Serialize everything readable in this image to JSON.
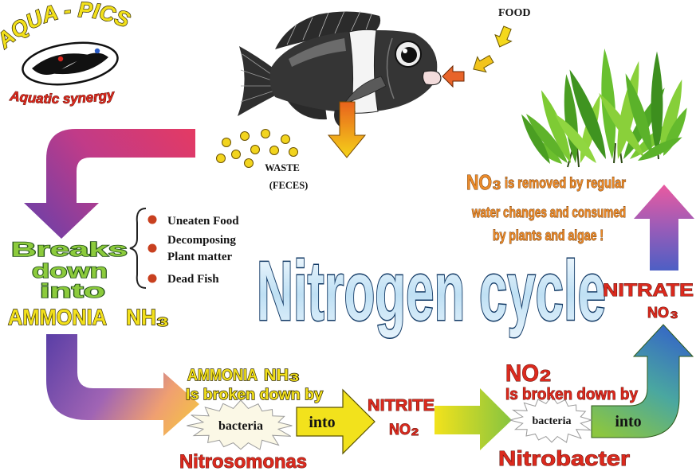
{
  "logo": {
    "title": "AQUA - PICS",
    "tagline": "Aquatic synergy"
  },
  "food_label": "FOOD",
  "waste": {
    "line1": "WASTE",
    "line2": "(FECES)"
  },
  "sources": [
    {
      "lines": [
        "Uneaten Food"
      ]
    },
    {
      "lines": [
        "Decomposing",
        "Plant matter"
      ]
    },
    {
      "lines": [
        "Dead Fish"
      ]
    }
  ],
  "breakdown": {
    "line1": "Breaks",
    "line2": "down",
    "line3": "into"
  },
  "ammonia": {
    "name": "AMMONIA",
    "formula": "NH",
    "subscript": "3"
  },
  "title": "Nitrogen cycle",
  "nitrate_note": {
    "formula": "NO",
    "subscript": "3",
    "line1": "is removed by regular",
    "line2": "water changes and consumed",
    "line3": "by plants and algae !"
  },
  "nitrate": {
    "name": "NITRATE",
    "formula": "NO",
    "subscript": "3"
  },
  "step1": {
    "heading_name": "AMMONIA",
    "heading_formula": "NH",
    "heading_subscript": "3",
    "heading_line2": "Is broken down by",
    "agent": "bacteria",
    "arrow_label": "into",
    "bacteria_name": "Nitrosomonas"
  },
  "nitrite": {
    "name": "NITRITE",
    "formula": "NO",
    "subscript": "2"
  },
  "step2": {
    "heading_formula": "NO",
    "heading_subscript": "2",
    "heading_line2": "Is broken down by",
    "agent": "bacteria",
    "arrow_label": "into",
    "bacteria_name": "Nitrobacter"
  },
  "colors": {
    "yellow_text": "#f2e01c",
    "red_text": "#db2a1e",
    "orange_text": "#ea8a2a",
    "green_text": "#8ccb3c",
    "title_fill": "#cfe7f7"
  }
}
